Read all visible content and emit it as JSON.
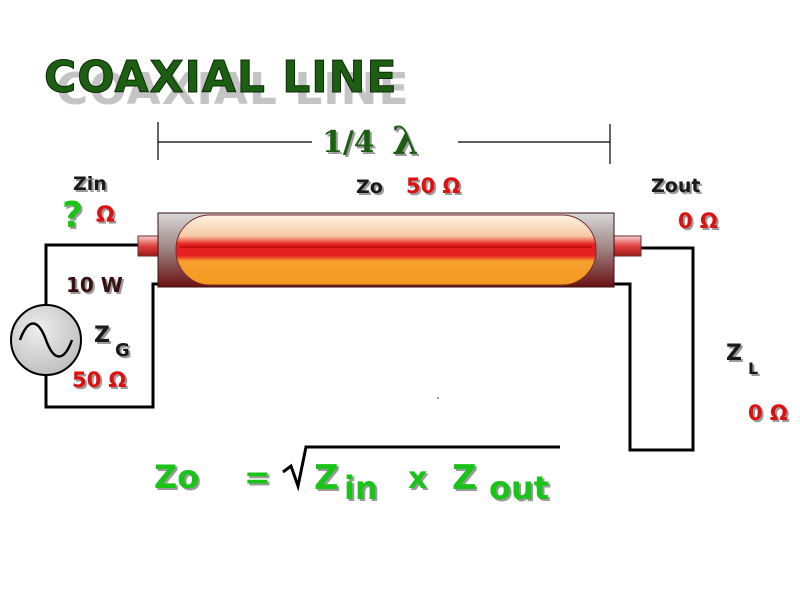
{
  "title": "COAXIAL LINE",
  "length": {
    "fraction": "1/4",
    "symbol": "λ"
  },
  "line_impedance": {
    "label": "Zo",
    "value": "50 Ω"
  },
  "input": {
    "label": "Zin",
    "unknown": "?",
    "unit": "Ω"
  },
  "output": {
    "label": "Zout",
    "value": "0 Ω"
  },
  "generator": {
    "power": "10 W",
    "label": "Z",
    "sub": "G",
    "value": "50 Ω"
  },
  "load": {
    "label": "Z",
    "sub": "L",
    "value": "0 Ω"
  },
  "formula": {
    "lhs": "Zo",
    "equals": "=",
    "z1": "Z",
    "sub1": "in",
    "times": "x",
    "z2": "Z",
    "sub2": "out"
  },
  "colors": {
    "title_fill": "#1c5e12",
    "title_shadow": "#bbbbbb",
    "value_red": "#e01010",
    "formula_green": "#19c419",
    "wire": "#000000"
  }
}
